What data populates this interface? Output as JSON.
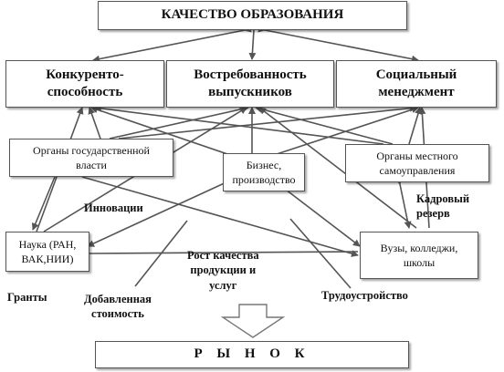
{
  "title": "КАЧЕСТВО ОБРАЗОВАНИЯ",
  "level1": {
    "competitiveness": "Конкуренто-\nспособность",
    "demand": "Востребованность\nвыпускников",
    "social": "Социальный\nменеджмент"
  },
  "level2": {
    "government": "Органы государственной\nвласти",
    "business": "Бизнес,\nпроизводство",
    "local": "Органы местного\nсамоуправления"
  },
  "level3": {
    "science": "Наука (РАН,\nВАК,НИИ)",
    "universities": "Вузы, колледжи,\nшколы"
  },
  "labels": {
    "innovations": "Инновации",
    "personnel_reserve": "Кадровый\nрезерв",
    "grants": "Гранты",
    "added_value": "Добавленная\nстоимость",
    "quality_growth": "Рост  качества\nпродукции и\nуслуг",
    "employment": "Трудоустройство"
  },
  "market": "Р Ы Н О К",
  "colors": {
    "arrow": "#555555",
    "border": "#555555"
  }
}
